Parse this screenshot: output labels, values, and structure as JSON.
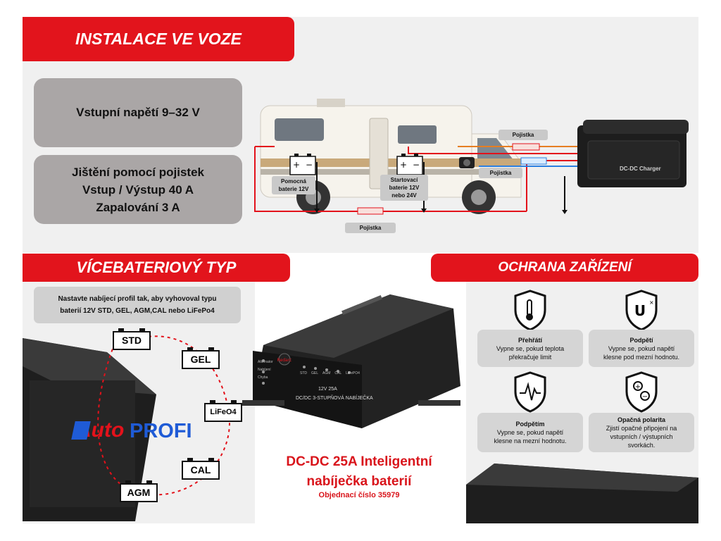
{
  "banners": {
    "installation": "INSTALACE VE VOZE",
    "multi_battery": "VÍCEBATERIOVÝ TYP",
    "protection": "OCHRANA ZAŘÍZENÍ"
  },
  "specs": {
    "input_voltage": "Vstupní  napětí 9–32 V",
    "fuse_line1": "Jištění pomocí pojistek",
    "fuse_line2": "Vstup / Výstup  40 A",
    "fuse_line3": "Zapalování  3 A"
  },
  "diagram": {
    "fuse_top": "Pojistka",
    "fuse_mid": "Pojistka",
    "fuse_bottom": "Pojistka",
    "aux_battery_l1": "Pomocná",
    "aux_battery_l2": "baterie 12V",
    "start_battery_l1": "Startovací",
    "start_battery_l2": "baterie 12V",
    "start_battery_l3": "nebo 24V",
    "charger_label": "DC-DC Charger"
  },
  "profile_note": {
    "line1": "Nastavte nabíjecí profil tak, aby vyhovoval typu",
    "line2": "baterií 12V STD, GEL, AGM,CAL nebo LiFePo4"
  },
  "battery_types": [
    "STD",
    "GEL",
    "LiFeO4",
    "CAL",
    "AGM"
  ],
  "logo": {
    "part1": "Auto",
    "part2": "PROFI"
  },
  "device": {
    "model": "12V 25A",
    "subtitle": "DC/DC 3-STUPŇOVÁ NABÍJEČKA",
    "modes": [
      "STD",
      "GEL",
      "AGM",
      "CAL",
      "LiFePO4"
    ],
    "indicators": [
      "Alternator",
      "Nabíjení",
      "Chyba"
    ],
    "brand": "Redarc"
  },
  "product": {
    "title_line1": "DC-DC 25A Inteligentní",
    "title_line2": "nabíječka baterií",
    "order_no": "Objednací číslo 35979"
  },
  "protections": [
    {
      "title": "Přehřátí",
      "desc1": "Vypne se, pokud teplota",
      "desc2": "překračuje limit",
      "desc3": ""
    },
    {
      "title": "Podpětí",
      "desc1": "Vypne se, pokud napětí",
      "desc2": "klesne pod mezní hodnotu.",
      "desc3": ""
    },
    {
      "title": "Podpětím",
      "desc1": "Vypne se, pokud napětí",
      "desc2": "klesne na mezní hodnotu.",
      "desc3": ""
    },
    {
      "title": "Opačná polarita",
      "desc1": "Zjistí opačné připojení na",
      "desc2": "vstupních / výstupních",
      "desc3": "svorkách."
    }
  ],
  "colors": {
    "accent_red": "#e2141c",
    "panel_gray": "#f0f0f0",
    "box_gray": "#aaa6a6"
  }
}
